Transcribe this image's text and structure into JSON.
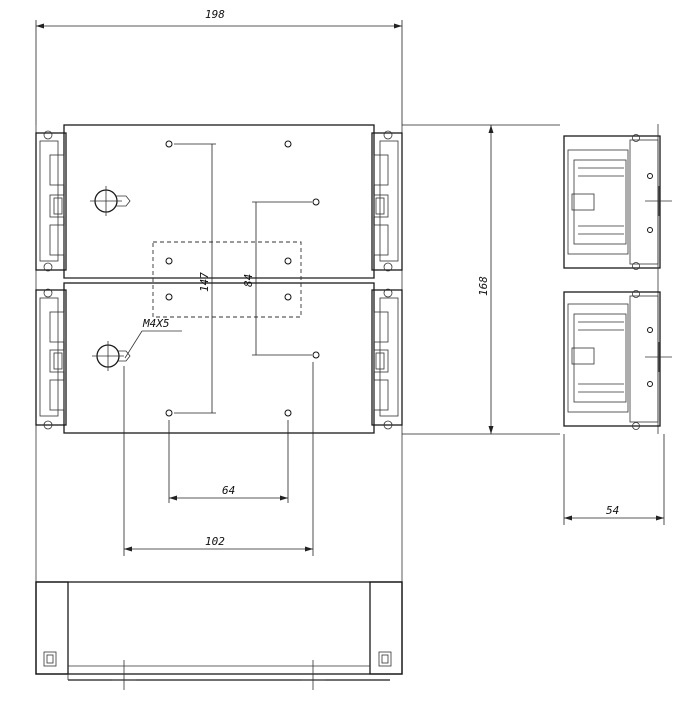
{
  "dimensions": {
    "overall_width": "198",
    "overall_height": "168",
    "side_depth": "54",
    "hole_spacing_outer": "102",
    "hole_spacing_inner": "64",
    "vertical_outer": "147",
    "vertical_inner": "84"
  },
  "annotations": {
    "hole_callout": "M4X5"
  },
  "colors": {
    "line": "#1a1a1a",
    "background": "#ffffff"
  }
}
